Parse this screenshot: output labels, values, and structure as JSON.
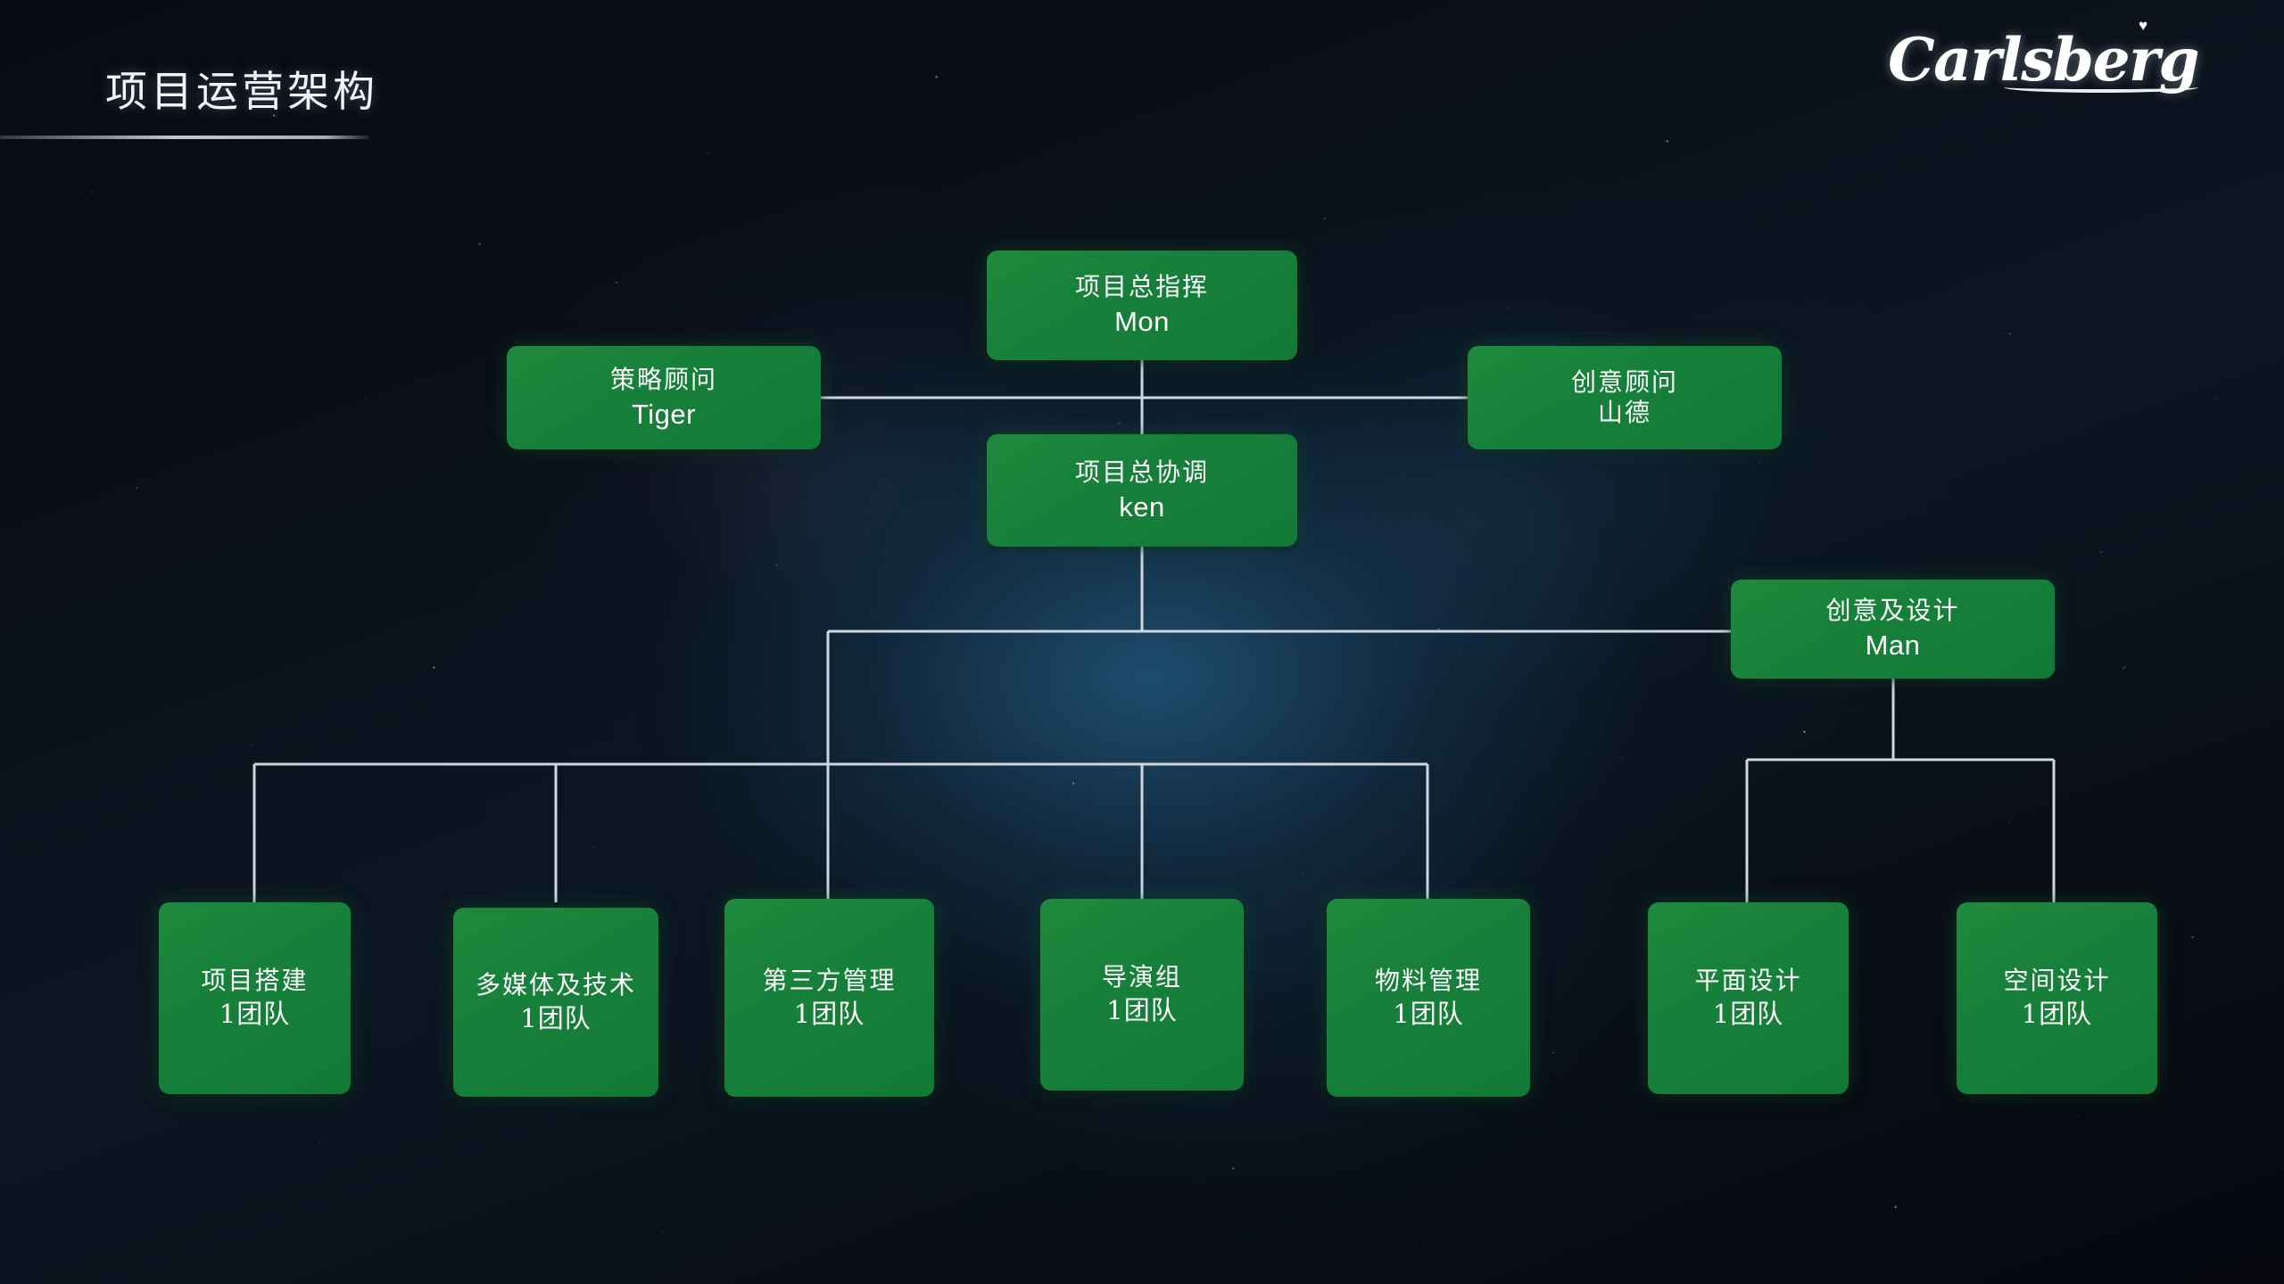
{
  "header": {
    "title": "项目运营架构",
    "logo_text": "Carlsberg",
    "logo_name": "carlsberg-logo"
  },
  "colors": {
    "node_green": "#17803a",
    "connector": "#cfd6de",
    "background_dark": "#080b12",
    "nebula_blue": "#21567a",
    "text_white": "#ffffff"
  },
  "org_chart": {
    "commander": {
      "role": "项目总指挥",
      "person": "Mon"
    },
    "strategy_advisor": {
      "role": "策略顾问",
      "person": "Tiger"
    },
    "creative_advisor": {
      "role": "创意顾问",
      "person": "山德"
    },
    "coordinator": {
      "role": "项目总协调",
      "person": "ken"
    },
    "creative_design_lead": {
      "role": "创意及设计",
      "person": "Man"
    },
    "operations_teams": [
      {
        "role": "项目搭建",
        "person": "1团队"
      },
      {
        "role": "多媒体及技术",
        "person": "1团队"
      },
      {
        "role": "第三方管理",
        "person": "1团队"
      },
      {
        "role": "导演组",
        "person": "1团队"
      },
      {
        "role": "物料管理",
        "person": "1团队"
      }
    ],
    "design_teams": [
      {
        "role": "平面设计",
        "person": "1团队"
      },
      {
        "role": "空间设计",
        "person": "1团队"
      }
    ]
  }
}
